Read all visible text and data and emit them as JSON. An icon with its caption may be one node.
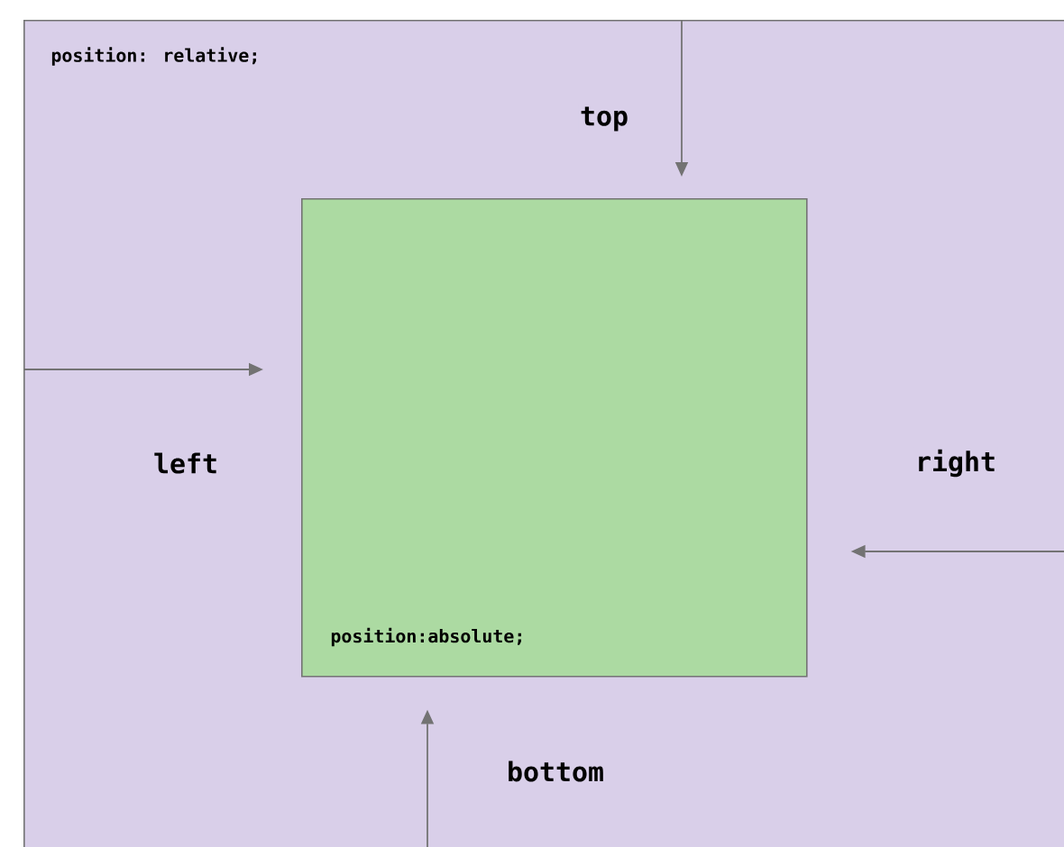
{
  "diagram": {
    "nodes": [
      {
        "text": [
          "position: relative;"
        ]
      },
      {
        "text": [
          "position:absolute;"
        ],
        "in": 0
      }
    ],
    "edges": [
      {
        "from": null,
        "to": 1,
        "arrow": "to",
        "label": "top"
      },
      {
        "from": null,
        "to": 1,
        "arrow": "to",
        "label": "left"
      },
      {
        "from": null,
        "to": 1,
        "arrow": "to",
        "label": "right"
      },
      {
        "from": null,
        "to": 1,
        "arrow": "to",
        "label": "bottom"
      }
    ]
  }
}
